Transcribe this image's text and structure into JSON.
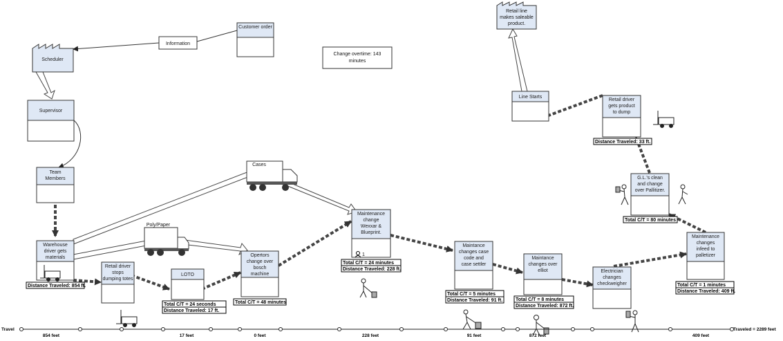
{
  "top": {
    "customer_order": "Customer order",
    "information": "Information",
    "scheduler": "Scheduler",
    "supervisor": "Supervisor",
    "team_members": [
      "Team",
      "Members"
    ],
    "change_overtime": [
      "Change overtime: 143",
      "minutes"
    ],
    "retail_line": [
      "Retail line",
      "makes saleable",
      "product."
    ],
    "line_starts": "Line Starts"
  },
  "trucks": {
    "cases": "Cases",
    "polypaper": "Poly/Paper"
  },
  "processes": {
    "warehouse": {
      "lines": [
        "Warehouse",
        "driver gets",
        "materials"
      ],
      "distance": "Distance Traveled: 854 ft."
    },
    "retail_stops": {
      "lines": [
        "Retail driver",
        "stops",
        "dumping totes"
      ]
    },
    "loto": {
      "lines": [
        "LOTO"
      ],
      "ct": "Total C/T = 24 seconds",
      "distance": "Distance Traveled: 17 ft."
    },
    "operators": {
      "lines": [
        "Opertors",
        "change over",
        "bosch",
        "machine"
      ],
      "ct": "Total C/T = 48 minutes"
    },
    "maintenance_wexxar": {
      "lines": [
        "Maintenance",
        "change",
        "Wexxar &",
        "Blueprint."
      ],
      "operator": "1",
      "ct": "Total C/T = 24 minutes",
      "distance": "Distance Traveled: 228 ft."
    },
    "case_code": {
      "lines": [
        "Maintance",
        "changes case",
        "code and",
        "case settler"
      ],
      "ct": "Total C/T = 5 minutes",
      "distance": "Distance Traveled: 91 ft."
    },
    "elliot": {
      "lines": [
        "Maintance",
        "changes over",
        "elliot"
      ],
      "ct": "Total C/T = 8 minutes",
      "distance": "Distance Traveled: 872 ft."
    },
    "electrician": {
      "lines": [
        "Electrician",
        "changes",
        "checkweigher"
      ]
    },
    "infeed": {
      "lines": [
        "Maintenance",
        "changes",
        "infeed to",
        "palletizer"
      ],
      "ct": "Total C/T = 1 minutes",
      "distance": "Distance Traveled: 409 ft."
    },
    "gl_clean": {
      "lines": [
        "G.L.'s clean",
        "and change",
        "over Pallitizer."
      ],
      "ct": "Total C/T = 80 minutes"
    },
    "retail_dump": {
      "lines": [
        "Retail driver",
        "gets product",
        "to dump"
      ],
      "distance": "Distance Traveled: 33 ft."
    }
  },
  "timeline": {
    "start_label": "Travel",
    "end_label": "Traveled = 2289 feet",
    "segments": [
      "854 feet",
      "17 feet",
      "0 feet",
      "228 feet",
      "91 feet",
      "872 feet",
      "409 feet"
    ]
  }
}
